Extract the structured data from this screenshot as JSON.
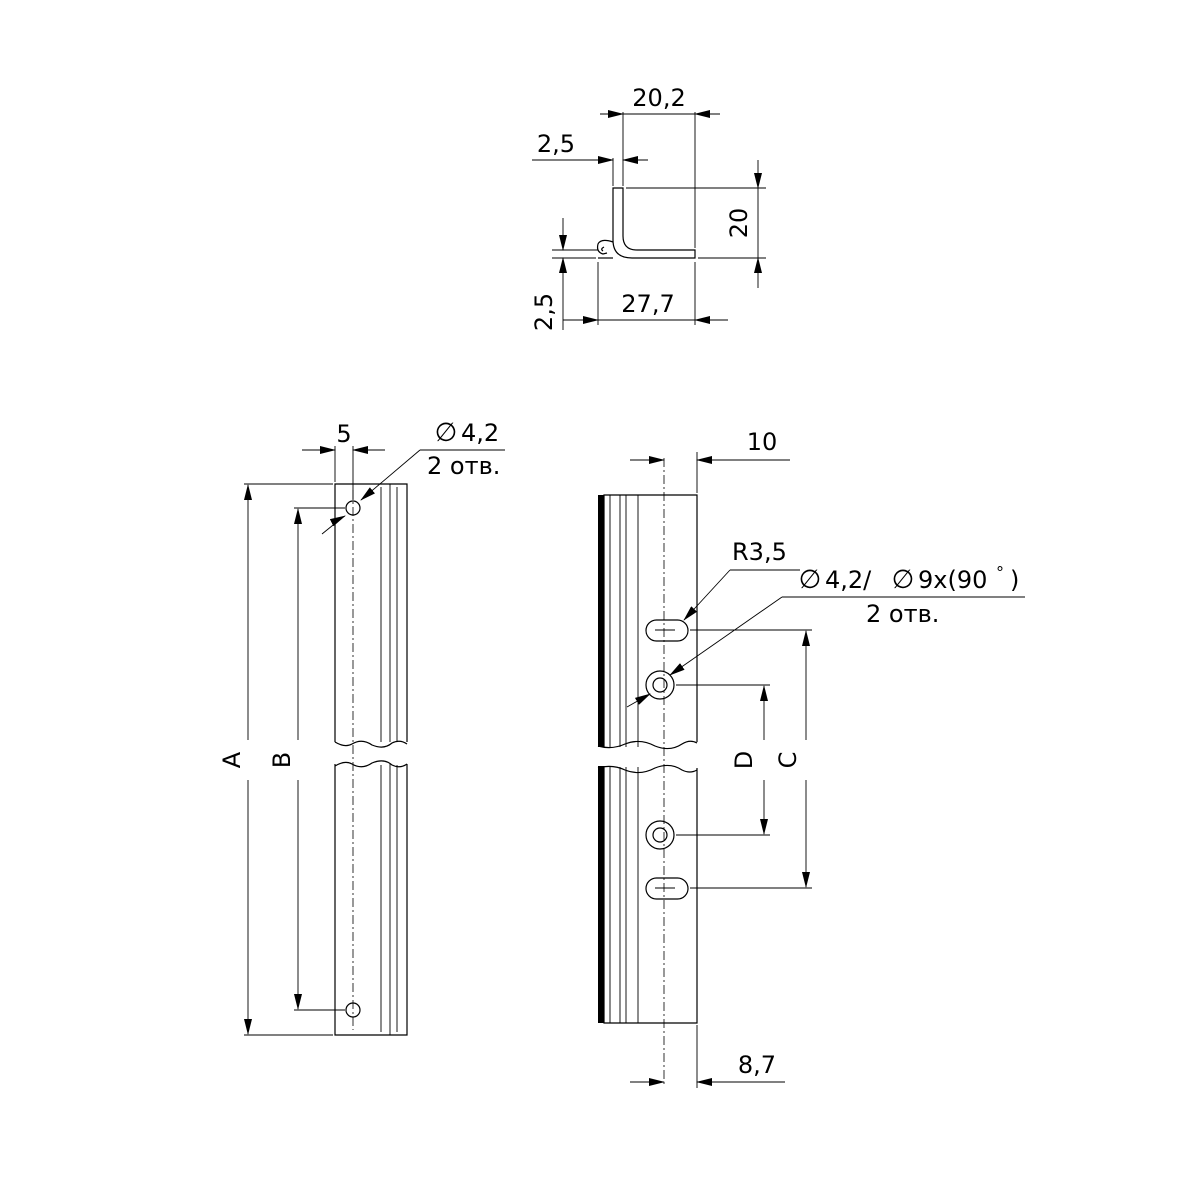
{
  "section_view": {
    "width_top": "20,2",
    "thickness_top": "2,5",
    "height": "20",
    "thickness_bottom": "2,5",
    "width_bottom": "27,7"
  },
  "front_view": {
    "hole_offset": "5",
    "hole_dia_symbol": "∅",
    "hole_dia": "4,2",
    "hole_count": "2 отв.",
    "label_a": "A",
    "label_b": "B"
  },
  "side_view": {
    "top_width": "10",
    "slot_radius": "R3,5",
    "hole_spec_a": "4,2/",
    "hole_spec_b": "9x(90",
    "degree": "°",
    "hole_spec_close": ")",
    "hole_count": "2 отв.",
    "label_d": "D",
    "label_c": "C",
    "bottom_width": "8,7"
  }
}
